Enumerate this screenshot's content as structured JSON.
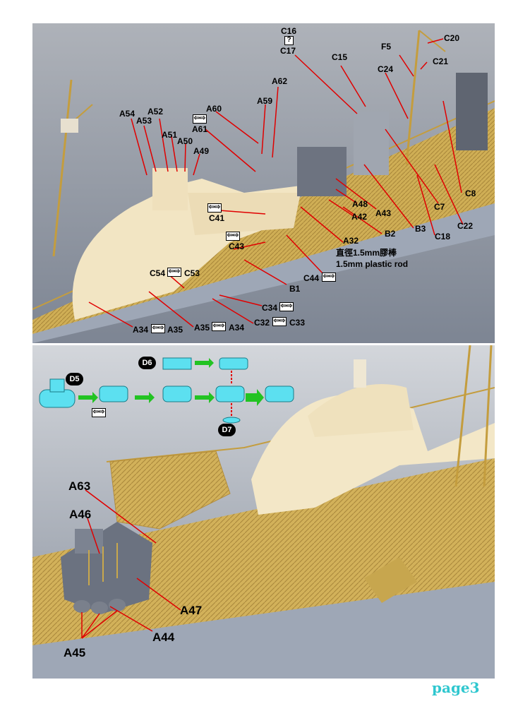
{
  "top": {
    "labels": [
      "C16",
      "C17",
      "C20",
      "F5",
      "C21",
      "C15",
      "C24",
      "A62",
      "A59",
      "A60",
      "A54",
      "A53",
      "A52",
      "A51",
      "A50",
      "A49",
      "A61",
      "C41",
      "C43",
      "A48",
      "A42",
      "A43",
      "B2",
      "B3",
      "C18",
      "C7",
      "C8",
      "C22",
      "A32",
      "C44",
      "B1",
      "C54",
      "C53",
      "C34",
      "C32",
      "C33",
      "A34",
      "A35",
      "A35",
      "A34"
    ],
    "rod_cn": "直徑1.5mm膠棒",
    "rod_en": "1.5mm plastic rod",
    "q_mark": "?"
  },
  "bottom": {
    "labels": [
      "A63",
      "A46",
      "A47",
      "A44",
      "A45"
    ],
    "steps": [
      "D5",
      "D6",
      "D7"
    ]
  },
  "page": "page3",
  "colors": {
    "page_label": "#2fc7cf",
    "callout": "#e00000",
    "deck": "#c9a84c",
    "hull": "#9ea7b6"
  }
}
